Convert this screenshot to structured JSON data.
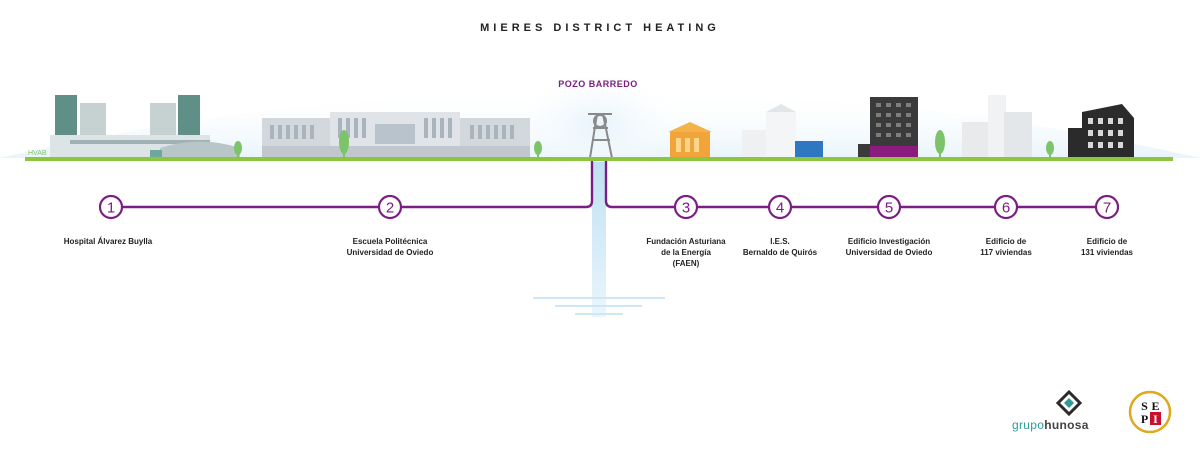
{
  "title": "MIERES DISTRICT HEATING",
  "source_label": "POZO BARREDO",
  "hvab_label": "HVAB",
  "colors": {
    "line": "#7b1e83",
    "ground": "#8cc63f",
    "water": "#9fd0ec"
  },
  "nodes": [
    {
      "num": "1",
      "label_lines": [
        "Hospital Álvarez Buylla"
      ]
    },
    {
      "num": "2",
      "label_lines": [
        "Escuela Politécnica",
        "Universidad de Oviedo"
      ]
    },
    {
      "num": "3",
      "label_lines": [
        "Fundación Asturiana",
        "de la Energía",
        "(FAEN)"
      ]
    },
    {
      "num": "4",
      "label_lines": [
        "I.E.S.",
        "Bernaldo de Quirós"
      ]
    },
    {
      "num": "5",
      "label_lines": [
        "Edificio Investigación",
        "Universidad de Oviedo"
      ]
    },
    {
      "num": "6",
      "label_lines": [
        "Edificio de",
        "117 viviendas"
      ]
    },
    {
      "num": "7",
      "label_lines": [
        "Edificio de",
        "131 viviendas"
      ]
    }
  ],
  "logos": {
    "hunosa_light": "grupo",
    "hunosa_bold": "hunosa",
    "sepi_icon": "sepi-logo-icon"
  }
}
